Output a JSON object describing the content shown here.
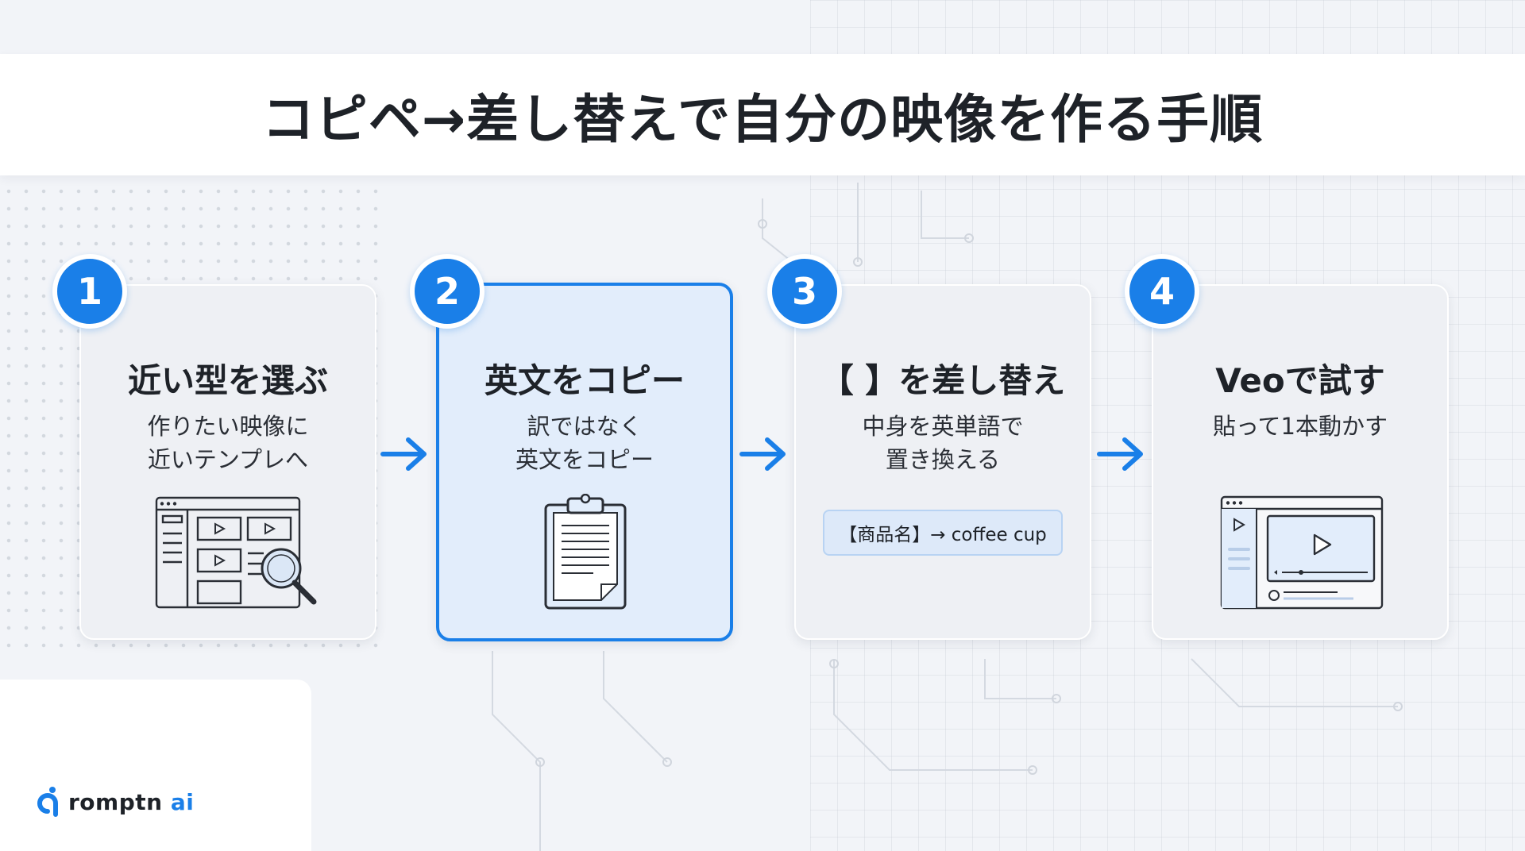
{
  "title": "コピペ→差し替えで自分の映像を作る手順",
  "steps": [
    {
      "number": "1",
      "title": "近い型を選ぶ",
      "desc_line1": "作りたい映像に",
      "desc_line2": "近いテンプレへ"
    },
    {
      "number": "2",
      "title": "英文をコピー",
      "desc_line1": "訳ではなく",
      "desc_line2": "英文をコピー"
    },
    {
      "number": "3",
      "title": "【 】を差し替え",
      "desc_line1": "中身を英単語で",
      "desc_line2": "置き換える",
      "replace_example": "【商品名】→ coffee cup"
    },
    {
      "number": "4",
      "title": "Veoで試す",
      "desc_line1": "貼って1本動かす"
    }
  ],
  "logo": {
    "name": "romptn",
    "suffix": "ai"
  },
  "colors": {
    "accent": "#1a7fe8",
    "card": "#eef0f4",
    "active_card": "#e2edfb"
  },
  "icons": [
    "template-search-icon",
    "clipboard-icon",
    "video-player-icon",
    "arrow-right-icon"
  ]
}
